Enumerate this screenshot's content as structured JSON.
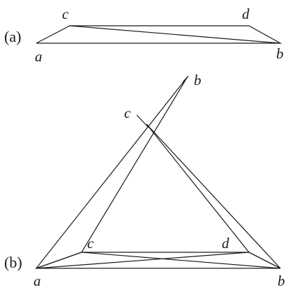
{
  "panel_a": {
    "tag": "(a)",
    "labels": {
      "a": "a",
      "b": "b",
      "c": "c",
      "d": "d"
    },
    "fill_color": "#a9c3e6"
  },
  "panel_b": {
    "tag": "(b)",
    "labels": {
      "a": "a",
      "b_bottom": "b",
      "b_top": "b",
      "c_inner": "c",
      "c_top": "c",
      "d": "d"
    },
    "fill_color": "#f07c82"
  },
  "edge_color": "#1a1a1a"
}
